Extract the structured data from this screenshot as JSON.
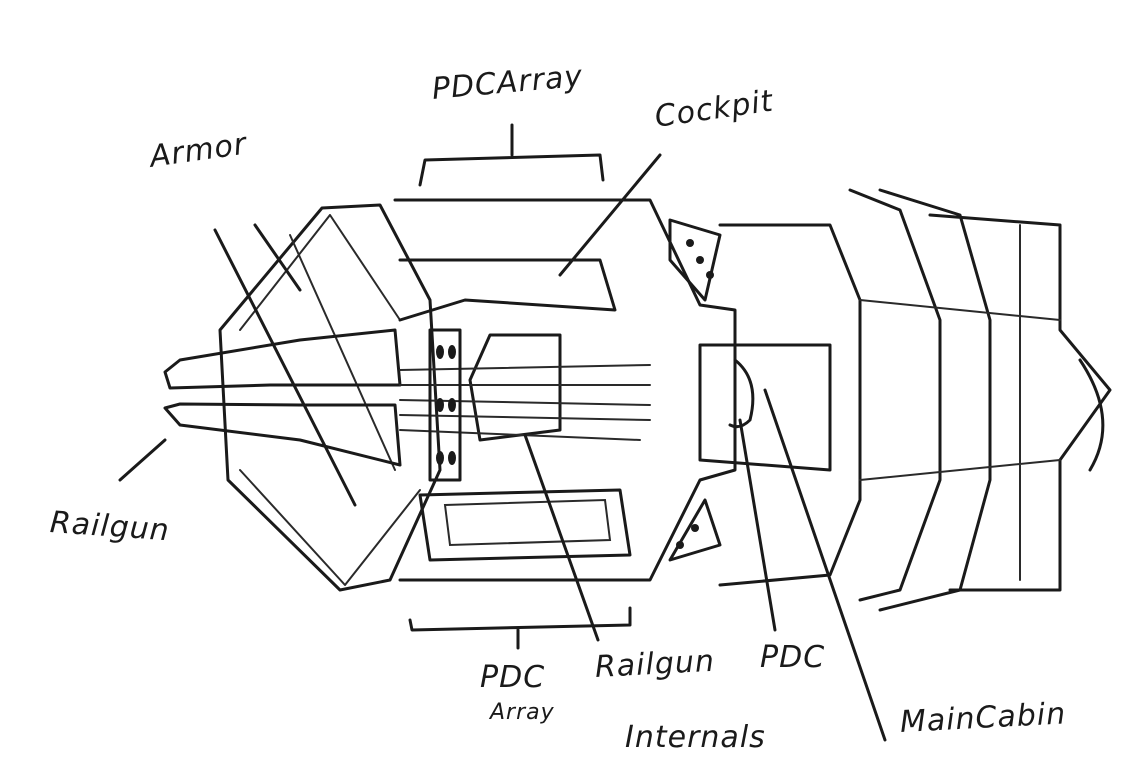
{
  "labels": {
    "pdc_array_top": "PDCArray",
    "cockpit": "Cockpit",
    "armor": "Armor",
    "railgun": "Railgun",
    "pdc_array_bottom_1": "PDC",
    "pdc_array_bottom_2": "Array",
    "railgun_internals_1": "Railgun",
    "railgun_internals_2": "Internals",
    "pdc": "PDC",
    "main_cabin": "MainCabin"
  }
}
